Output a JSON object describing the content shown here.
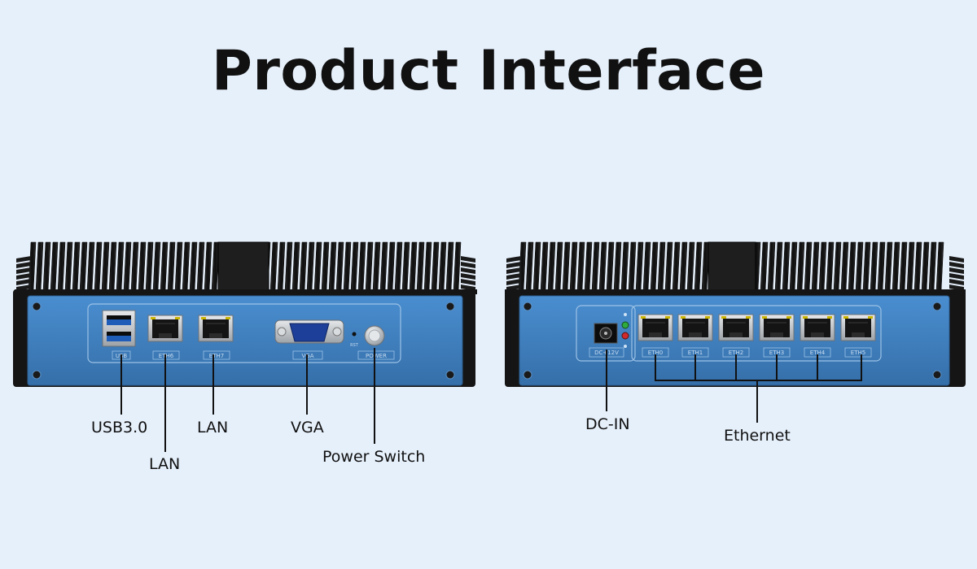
{
  "title": "Product Interface",
  "front_panel": {
    "port_labels": {
      "usb": "USB",
      "eth6": "ETH6",
      "eth7": "ETH7",
      "vga": "VGA",
      "rst": "RST",
      "power": "POWER"
    },
    "callouts": {
      "usb": "USB3.0",
      "lan_left": "LAN",
      "lan_right": "LAN",
      "vga": "VGA",
      "power_switch": "Power Switch"
    }
  },
  "rear_panel": {
    "port_labels": {
      "dc": "DC+12V",
      "eth0": "ETH0",
      "eth1": "ETH1",
      "eth2": "ETH2",
      "eth3": "ETH3",
      "eth4": "ETH4",
      "eth5": "ETH5"
    },
    "callouts": {
      "dc_in": "DC-IN",
      "ethernet": "Ethernet"
    }
  },
  "colors": {
    "background": "#e6f0fb",
    "panel": "#3d7fc0",
    "heatsink": "#1b1b1b",
    "port_metal": "#cfd3d6",
    "led_green": "#2faa3c",
    "led_red": "#d02a2a"
  }
}
